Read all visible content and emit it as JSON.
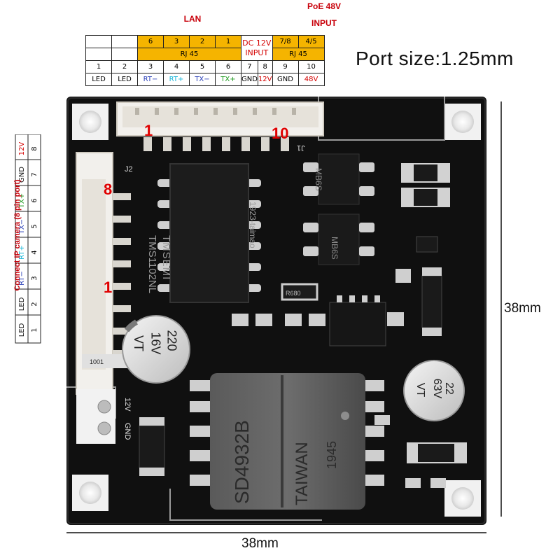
{
  "header": {
    "lan_label": "LAN",
    "poe_label": "PoE 48V",
    "poe_sub": "INPUT",
    "dc_label": "DC 12V",
    "dc_sub": "INPUT",
    "rj45_a": "RJ 45",
    "rj45_b": "RJ 45"
  },
  "top_table": {
    "row1": [
      "6",
      "3",
      "2",
      "1",
      "7/8",
      "4/5"
    ],
    "row3": [
      "1",
      "2",
      "3",
      "4",
      "5",
      "6",
      "7",
      "8",
      "9",
      "10"
    ],
    "row4": [
      "LED",
      "LED",
      "RT−",
      "RT+",
      "TX−",
      "TX+",
      "GND",
      "12V",
      "GND",
      "48V"
    ]
  },
  "port_size": "Port size:1.25mm",
  "left_table": {
    "title": "Connect IP camera (8 pin port)",
    "numbers": [
      "1",
      "2",
      "3",
      "4",
      "5",
      "6",
      "7",
      "8"
    ],
    "signals": [
      "LED",
      "LED",
      "RT−",
      "RT+",
      "TX−",
      "TX+",
      "GND",
      "12V"
    ]
  },
  "dimensions": {
    "height": "38mm",
    "width": "38mm"
  },
  "board": {
    "pin1_top": "1",
    "pin10_top": "10",
    "pin8_left": "8",
    "pin1_left": "1",
    "j1": "J1",
    "j2": "J2",
    "chip1_line1": "TMSEMI",
    "chip1_line2": "TMS1102NL",
    "chip1_line3": "1923-taimao",
    "chip2_line1": "SD4932B",
    "chip2_line2": "TAIWAN",
    "chip2_line3": "1945",
    "cap1_line1": "220",
    "cap1_line2": "16V",
    "cap1_line3": "VT",
    "cap2_line1": "22",
    "cap2_line2": "63V",
    "cap2_line3": "VT",
    "res1": "1001",
    "res2": "R680",
    "mb": "MB6S",
    "silk_12v": "12V",
    "silk_gnd": "GND"
  }
}
